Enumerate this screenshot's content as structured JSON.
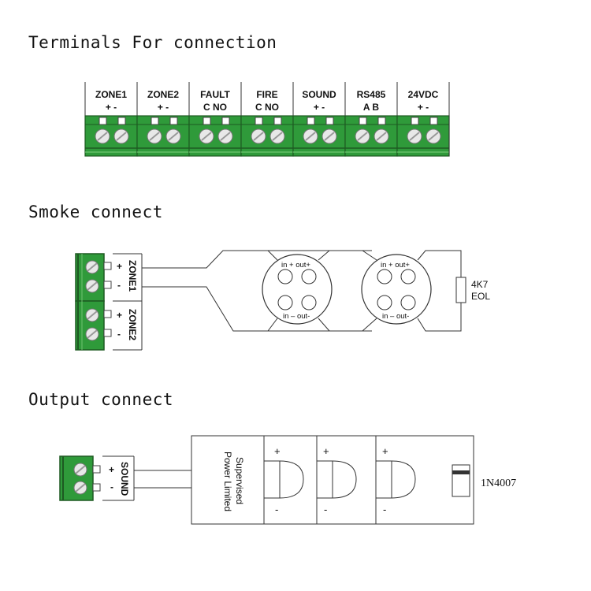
{
  "sections": {
    "terminals_title": "Terminals For connection",
    "smoke_title": "Smoke connect",
    "output_title": "Output connect"
  },
  "terminals": [
    {
      "name": "ZONE1",
      "pins": [
        "+",
        "-"
      ]
    },
    {
      "name": "ZONE2",
      "pins": [
        "+",
        "-"
      ]
    },
    {
      "name": "FAULT",
      "pins": [
        "C",
        "NO"
      ]
    },
    {
      "name": "FIRE",
      "pins": [
        "C",
        "NO"
      ]
    },
    {
      "name": "SOUND",
      "pins": [
        "+",
        "-"
      ]
    },
    {
      "name": "RS485",
      "pins": [
        "A",
        "B"
      ]
    },
    {
      "name": "24VDC",
      "pins": [
        "+",
        "-"
      ]
    }
  ],
  "smoke": {
    "zone1_label": "ZONE1",
    "zone2_label": "ZONE2",
    "plus": "+",
    "minus": "-",
    "detector_top": "in + out+",
    "detector_bottom": "in – out-",
    "eol_value": "4K7",
    "eol_label": "EOL"
  },
  "output": {
    "sound_label": "SOUND",
    "plus": "+",
    "minus": "-",
    "supervised_line1": "Supervised",
    "supervised_line2": "Power Limited",
    "diode": "1N4007",
    "sounder_plus": "+",
    "sounder_minus": "-"
  },
  "colors": {
    "terminal_green": "#2f9a3a",
    "terminal_dark": "#1e5a22",
    "wire": "#333333"
  }
}
